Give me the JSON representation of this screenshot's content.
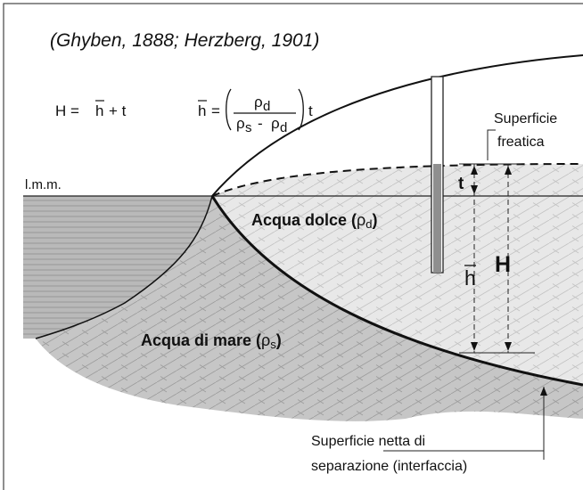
{
  "citation": "(Ghyben, 1888; Herzberg, 1901)",
  "equations": {
    "eq1_lhs": "H =",
    "eq1_hbar": "h",
    "eq1_rhs": "+ t",
    "eq2_hbar": "h",
    "eq2_equals": "=",
    "eq2_num_rho": "ρ",
    "eq2_num_sub": "d",
    "eq2_den_rho_s": "ρ",
    "eq2_den_sub_s": "s",
    "eq2_den_minus": "-",
    "eq2_den_rho_d": "ρ",
    "eq2_den_sub_d": "d",
    "eq2_tail": "t"
  },
  "labels": {
    "sea_level": "l.m.m.",
    "water_table_line1": "Superficie",
    "water_table_line2": "freatica",
    "t": "t",
    "h": "h",
    "H": "H",
    "fresh_water": "Acqua dolce (",
    "fresh_rho": "ρ",
    "fresh_sub": "d",
    "fresh_close": ")",
    "sea_water": "Acqua di mare (",
    "sea_rho": "ρ",
    "sea_sub": "s",
    "sea_close": ")",
    "interface_line1": "Superficie netta di",
    "interface_line2": "separazione (interfaccia)"
  },
  "colors": {
    "sea_water_fill": "#c6c6c6",
    "fresh_water_fill": "#e7e7e7",
    "ocean_fill": "#b7b7b7",
    "line": "#111111",
    "well": "#8f8f8f"
  }
}
